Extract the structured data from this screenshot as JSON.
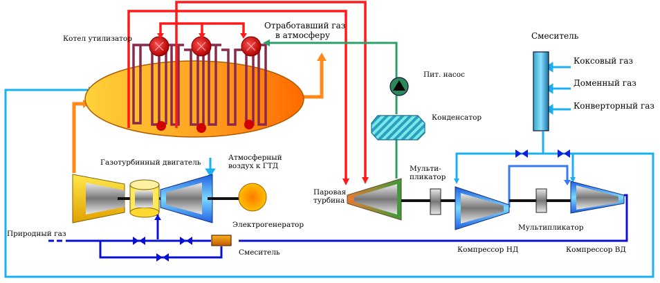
{
  "labels": {
    "boiler": "Котел утилизатор",
    "exhaust_line1": "Отработавший газ",
    "exhaust_line2": "в атмосферу",
    "mixer_top": "Смеситель",
    "coke_gas": "Коксовый газ",
    "blast_gas": "Доменный газ",
    "converter_gas": "Конверторный газ",
    "feed_pump": "Пит. насос",
    "condenser": "Конденсатор",
    "gas_turbine": "Газотурбинный двигатель",
    "air_line1": "Атмосферный",
    "air_line2": "воздух к ГТД",
    "steam_turbine_line1": "Паровая",
    "steam_turbine_line2": "турбина",
    "multiplier_top_line1": "Мульти-",
    "multiplier_top_line2": "пликатор",
    "generator": "Электрогенератор",
    "natural_gas": "Природный газ",
    "mixer_bottom": "Смеситель",
    "multiplier_mid": "Мультипликатор",
    "lp_compressor": "Компрессор НД",
    "hp_compressor": "Компрессор ВД"
  },
  "colors": {
    "steam": "#ff1a1a",
    "water": "#2e9e6a",
    "fuel_gas": "#1ab0f0",
    "natural_gas": "#0a10d0",
    "compressor_link": "#3a7af0",
    "hot_gas": "#ff8a1a",
    "coil": "#8a2a4a"
  }
}
